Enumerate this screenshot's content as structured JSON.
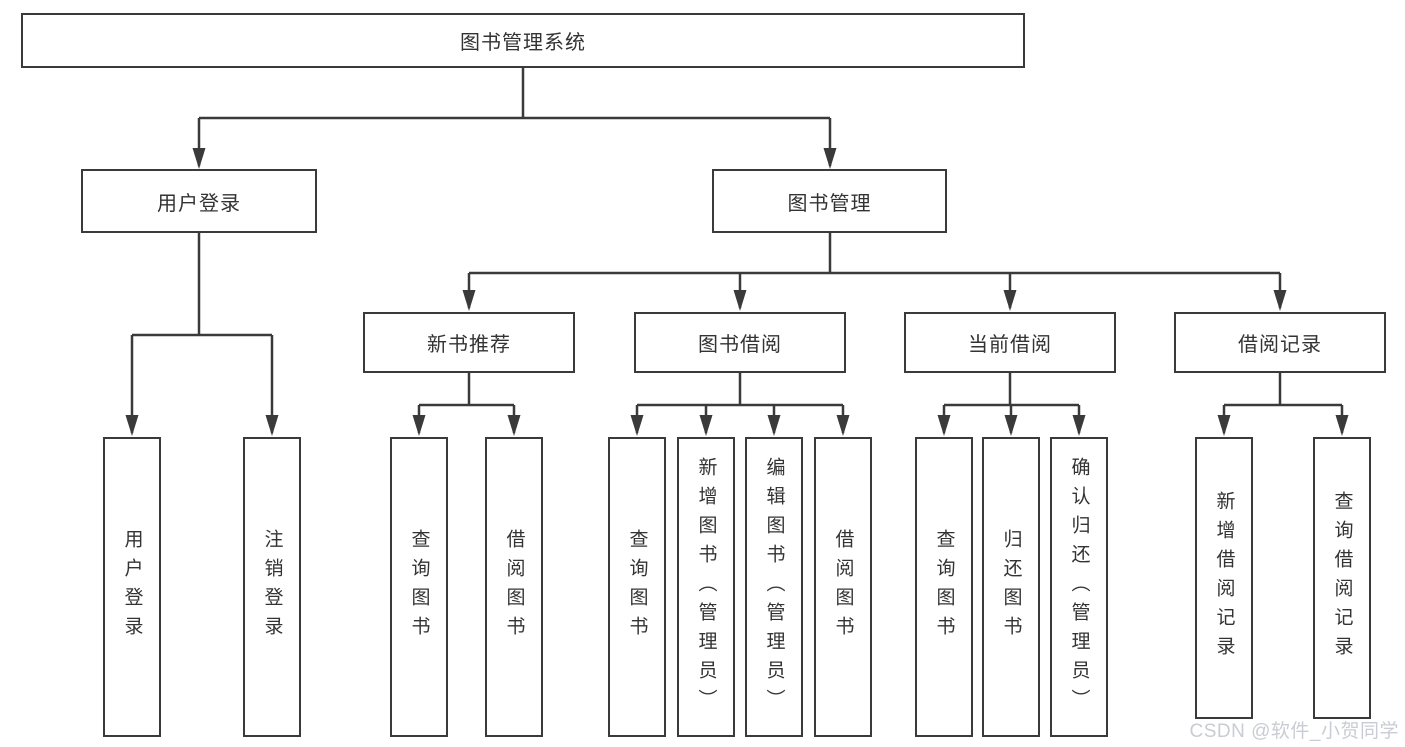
{
  "colors": {
    "line": "#3a3a3a",
    "box_border": "#3a3a3a",
    "text": "#333333",
    "watermark_text_color": "#c9ccd4",
    "background": "#ffffff"
  },
  "tree": {
    "root": {
      "label": "图书管理系统",
      "children": [
        {
          "label": "用户登录",
          "children": [
            {
              "label": "用户登录"
            },
            {
              "label": "注销登录"
            }
          ]
        },
        {
          "label": "图书管理",
          "children": [
            {
              "label": "新书推荐",
              "children": [
                {
                  "label": "查询图书"
                },
                {
                  "label": "借阅图书"
                }
              ]
            },
            {
              "label": "图书借阅",
              "children": [
                {
                  "label": "查询图书"
                },
                {
                  "label": "新增图书（管理员）"
                },
                {
                  "label": "编辑图书（管理员）"
                },
                {
                  "label": "借阅图书"
                }
              ]
            },
            {
              "label": "当前借阅",
              "children": [
                {
                  "label": "查询图书"
                },
                {
                  "label": "归还图书"
                },
                {
                  "label": "确认归还（管理员）"
                }
              ]
            },
            {
              "label": "借阅记录",
              "children": [
                {
                  "label": "新增借阅记录"
                },
                {
                  "label": "查询借阅记录"
                }
              ]
            }
          ]
        }
      ]
    }
  },
  "watermark": {
    "text": "CSDN @软件_小贺同学"
  }
}
